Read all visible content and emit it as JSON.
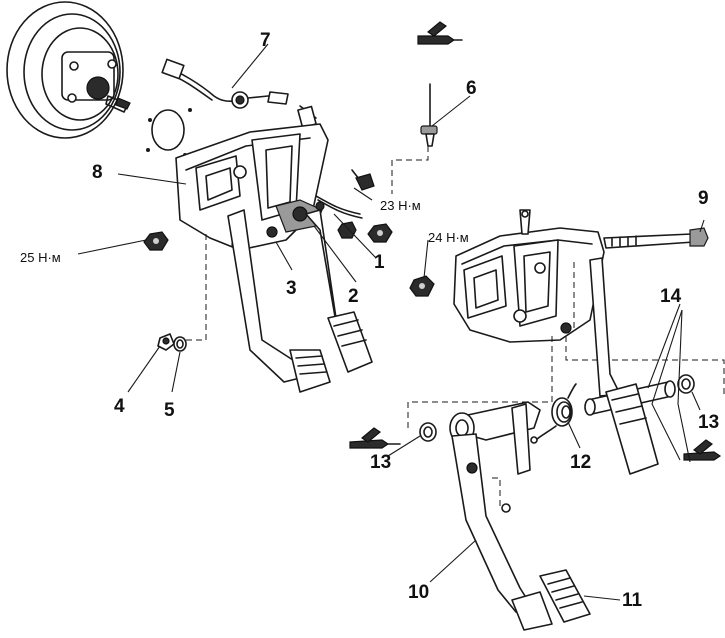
{
  "callouts": {
    "c1": "1",
    "c2": "2",
    "c3": "3",
    "c4": "4",
    "c5": "5",
    "c6": "6",
    "c7": "7",
    "c8": "8",
    "c9": "9",
    "c10": "10",
    "c11": "11",
    "c12": "12",
    "c13a": "13",
    "c13b": "13",
    "c14": "14"
  },
  "torques": {
    "t23": "23 Н·м",
    "t25": "25 Н·м",
    "t24": "24 Н·м"
  },
  "icons": [
    "grease-gun-icon"
  ]
}
